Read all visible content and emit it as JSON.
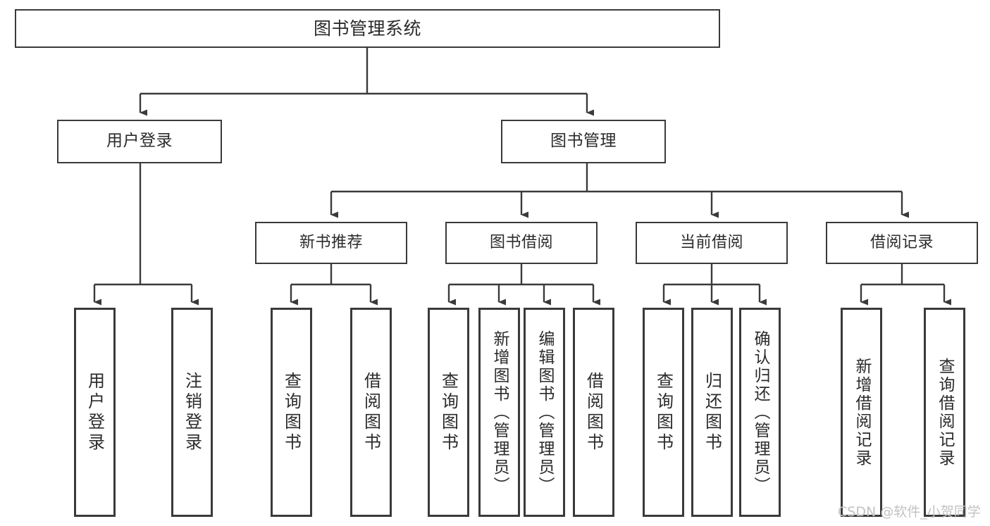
{
  "diagram": {
    "type": "tree",
    "title": "图书管理系统",
    "orientation": "top-down",
    "colors": {
      "box_border": "#3a3a3a",
      "box_fill": "#ffffff",
      "connector": "#3a3a3a",
      "text": "#2b2b2b",
      "watermark": "#c2c2c2",
      "background": "#ffffff"
    }
  },
  "root": {
    "label": "图书管理系统"
  },
  "level2": [
    {
      "label": "用户登录"
    },
    {
      "label": "图书管理"
    }
  ],
  "level3": [
    {
      "label": "新书推荐"
    },
    {
      "label": "图书借阅"
    },
    {
      "label": "当前借阅"
    },
    {
      "label": "借阅记录"
    }
  ],
  "leaves": {
    "user_login": [
      {
        "label": "用户登录"
      },
      {
        "label": "注销登录"
      }
    ],
    "new_book_recommend": [
      {
        "label": "查询图书"
      },
      {
        "label": "借阅图书"
      }
    ],
    "book_borrow": [
      {
        "label": "查询图书"
      },
      {
        "label": "新增图书（管理员）"
      },
      {
        "label": "编辑图书（管理员）"
      },
      {
        "label": "借阅图书"
      }
    ],
    "current_borrow": [
      {
        "label": "查询图书"
      },
      {
        "label": "归还图书"
      },
      {
        "label": "确认归还（管理员）"
      }
    ],
    "borrow_record": [
      {
        "label": "新增借阅记录"
      },
      {
        "label": "查询借阅记录"
      }
    ]
  },
  "watermark": {
    "text": "CSDN @软件_小贺同学"
  }
}
